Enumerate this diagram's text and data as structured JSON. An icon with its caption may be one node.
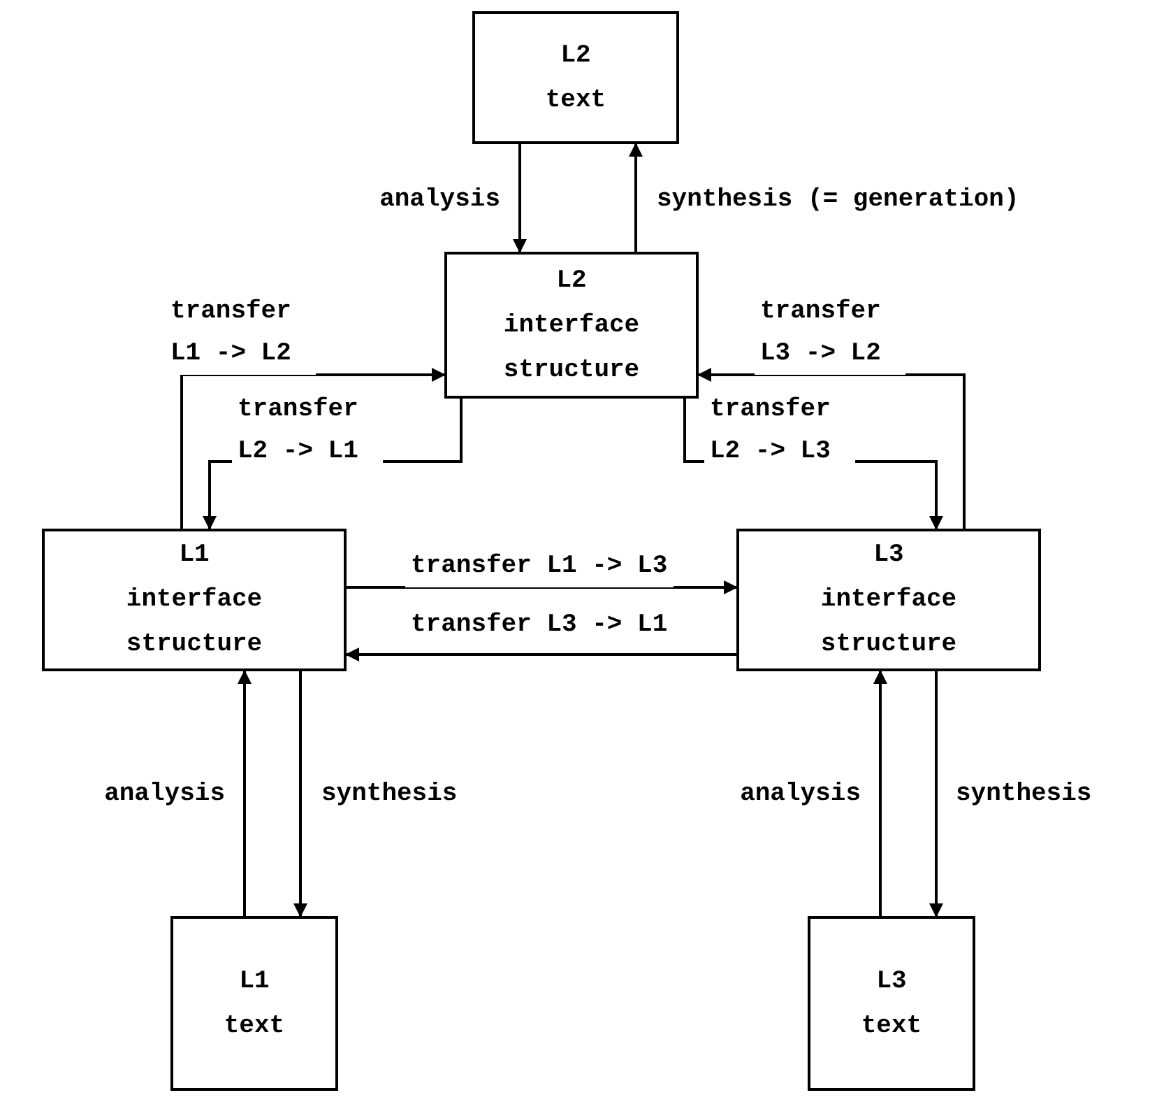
{
  "diagram": {
    "nodes": [
      {
        "text": [
          "L2 text"
        ]
      },
      {
        "text": [
          "L2 interface structure"
        ]
      },
      {
        "text": [
          "L1 interface structure"
        ]
      },
      {
        "text": [
          "L3 interface structure"
        ]
      },
      {
        "text": [
          "L1 text"
        ]
      },
      {
        "text": [
          "L3 text"
        ]
      }
    ],
    "edges": [
      {
        "from": 0,
        "to": 1,
        "arrow": "to",
        "label": "analysis"
      },
      {
        "from": 1,
        "to": 0,
        "arrow": "to",
        "label": "synthesis (= generation)"
      },
      {
        "from": 2,
        "to": 1,
        "arrow": "to",
        "label": "transfer L1 -> L2"
      },
      {
        "from": 1,
        "to": 2,
        "arrow": "to",
        "label": "transfer L2 -> L1"
      },
      {
        "from": 3,
        "to": 1,
        "arrow": "to",
        "label": "transfer L3 -> L2"
      },
      {
        "from": 1,
        "to": 3,
        "arrow": "to",
        "label": "transfer L2 -> L3"
      },
      {
        "from": 2,
        "to": 3,
        "arrow": "to",
        "label": "transfer L1 -> L3"
      },
      {
        "from": 3,
        "to": 2,
        "arrow": "to",
        "label": "transfer L3 -> L1"
      },
      {
        "from": 4,
        "to": 2,
        "arrow": "to",
        "label": "analysis"
      },
      {
        "from": 2,
        "to": 4,
        "arrow": "to",
        "label": "synthesis"
      },
      {
        "from": 5,
        "to": 3,
        "arrow": "to",
        "label": "analysis"
      },
      {
        "from": 3,
        "to": 5,
        "arrow": "to",
        "label": "synthesis"
      }
    ]
  }
}
